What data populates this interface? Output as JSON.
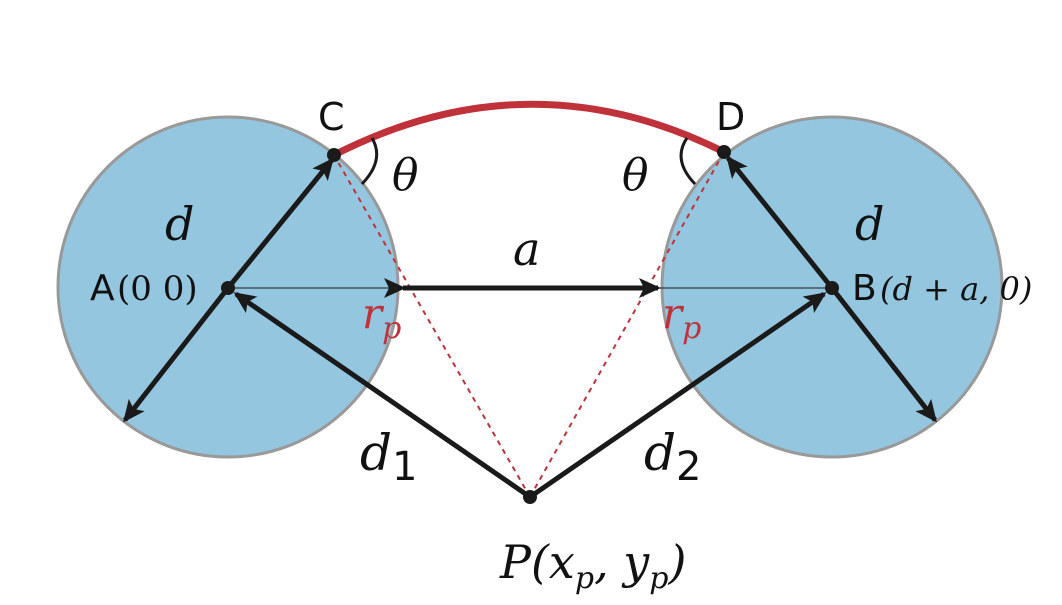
{
  "points": {
    "A": {
      "name": "A",
      "coords": "(0  0)"
    },
    "B": {
      "name": "B",
      "coords": "(d + a, 0)"
    },
    "C": {
      "name": "C"
    },
    "D": {
      "name": "D"
    },
    "P": {
      "name": "P(x",
      "sub1": "p",
      "mid": ", y",
      "sub2": "p",
      "end": ")"
    }
  },
  "labels": {
    "d_left": "d",
    "d_right": "d",
    "a": "a",
    "theta_left": "θ",
    "theta_right": "θ",
    "rp_left": "r",
    "rp_left_sub": "p",
    "rp_right": "r",
    "rp_right_sub": "p",
    "d1": "d",
    "d1_sub": "1",
    "d2": "d",
    "d2_sub": "2"
  },
  "colors": {
    "circle_fill": "#94c6df",
    "circle_stroke": "#999999",
    "arc": "#c0323a",
    "dashed": "#c0323a",
    "rp_text": "#c0323a",
    "arrow": "#1a1a1a"
  }
}
